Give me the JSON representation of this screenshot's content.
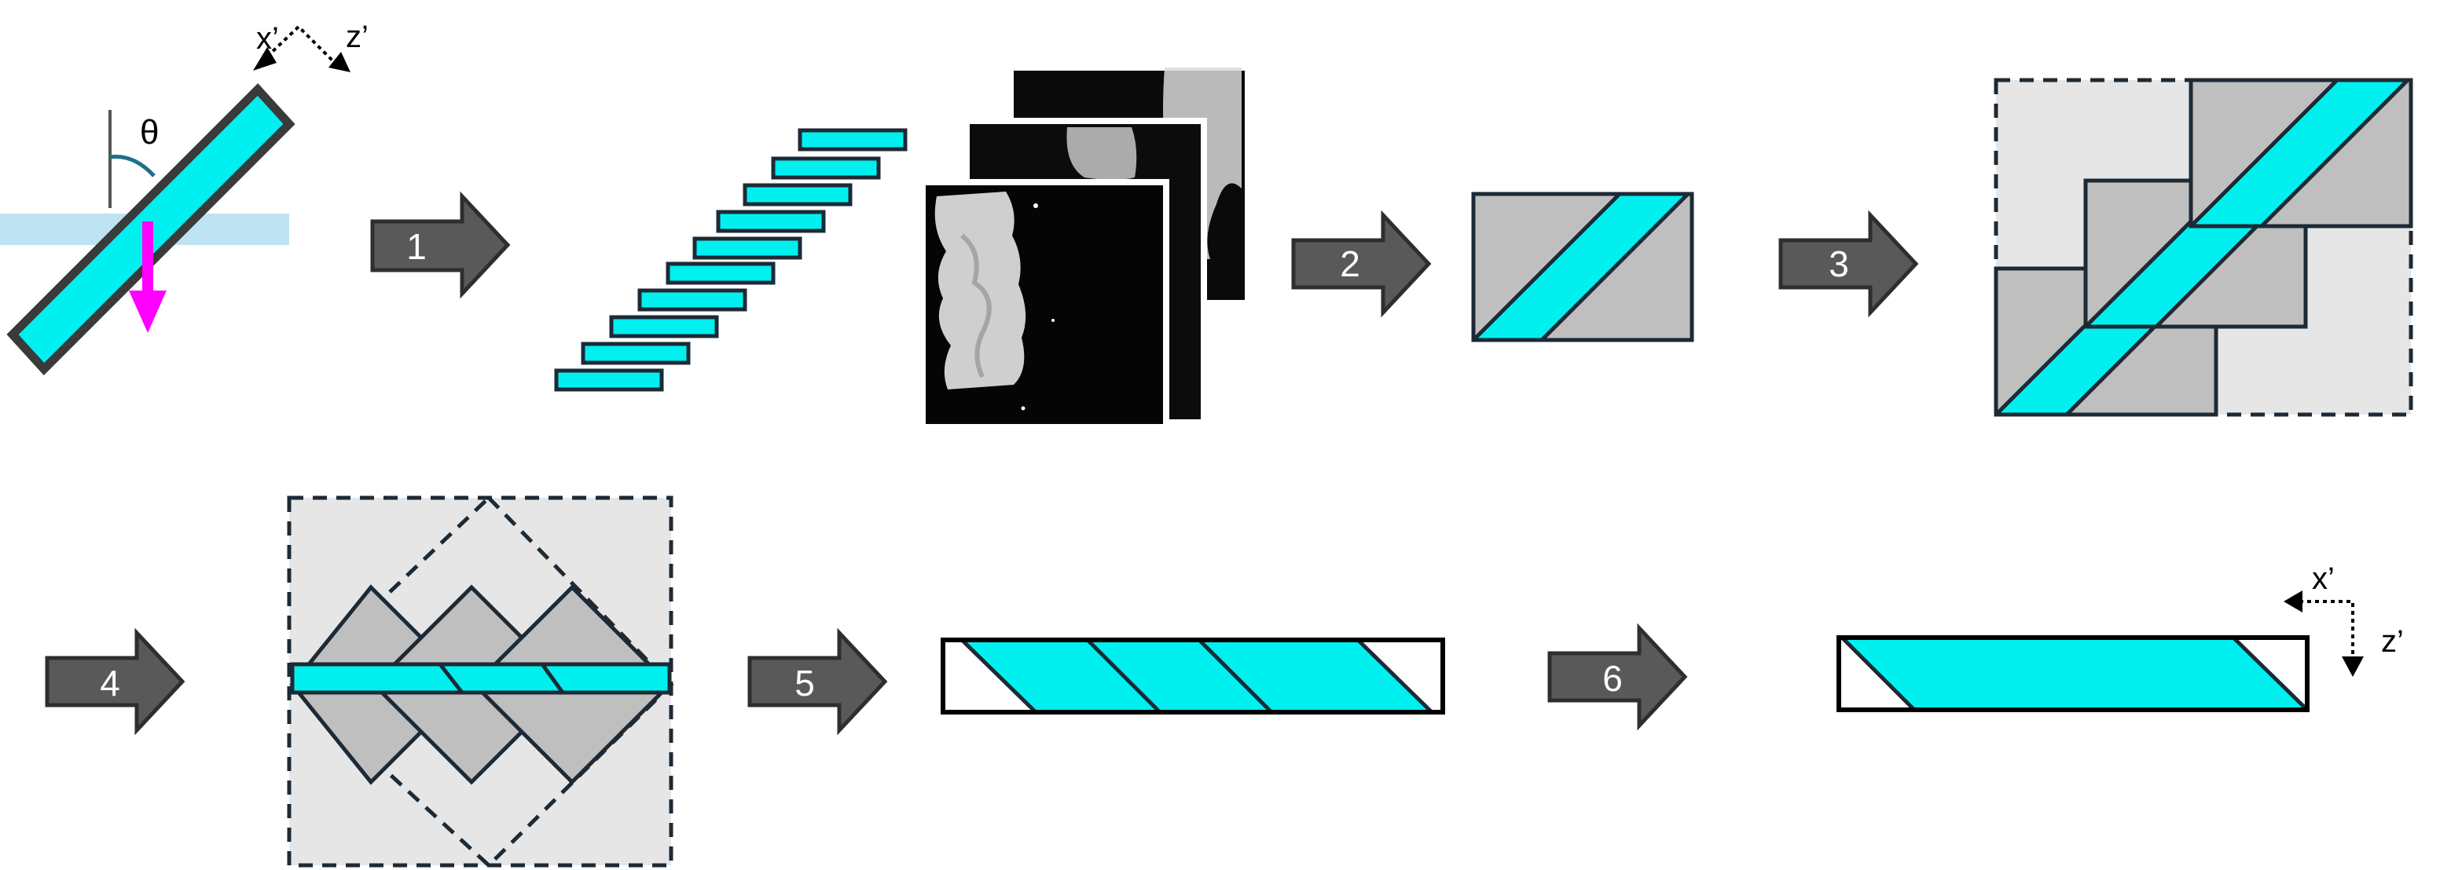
{
  "labels": {
    "theta": "θ",
    "axis_top_x": "x’",
    "axis_top_z": "z’",
    "axis_bottom_x": "x’",
    "axis_bottom_z": "z’"
  },
  "steps": [
    "1",
    "2",
    "3",
    "4",
    "5",
    "6"
  ],
  "colors": {
    "sample": "#00f0f0",
    "tile_gray": "#bfbfbf",
    "canvas_gray": "#e6e6e6",
    "arrow_gray": "#595959",
    "beam": "#b3def0",
    "probe_arrow": "#ff00ff",
    "outline": "#3a3a3a",
    "frame_dark": "#1c2a36"
  },
  "icons": [
    "coordinate-axes-icon",
    "projection-image-stack",
    "step-arrow-icon"
  ]
}
